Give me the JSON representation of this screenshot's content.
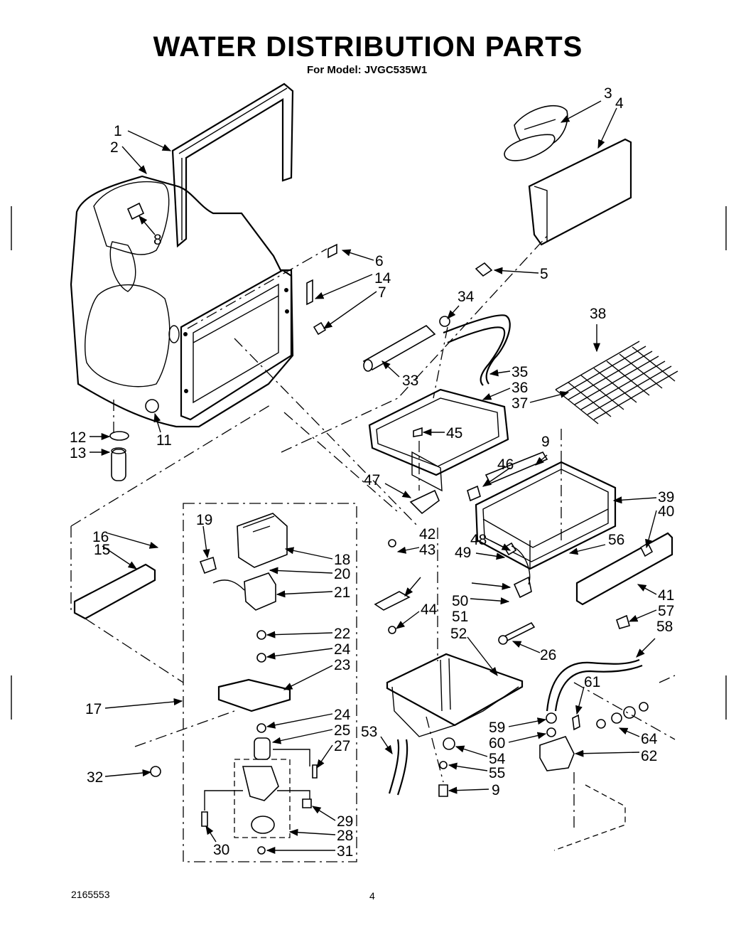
{
  "title": "WATER DISTRIBUTION PARTS",
  "subtitle": "For Model: JVGC535W1",
  "footer_code": "2165553",
  "page_number": "4",
  "callouts": [
    "1",
    "2",
    "3",
    "4",
    "5",
    "6",
    "7",
    "8",
    "9",
    "11",
    "12",
    "13",
    "14",
    "15",
    "16",
    "17",
    "18",
    "19",
    "20",
    "21",
    "22",
    "23",
    "24",
    "25",
    "26",
    "27",
    "28",
    "29",
    "30",
    "31",
    "32",
    "33",
    "34",
    "35",
    "36",
    "37",
    "38",
    "39",
    "40",
    "41",
    "42",
    "43",
    "44",
    "45",
    "46",
    "47",
    "48",
    "49",
    "50",
    "51",
    "52",
    "53",
    "54",
    "55",
    "56",
    "57",
    "58",
    "59",
    "60",
    "61",
    "62",
    "64"
  ]
}
